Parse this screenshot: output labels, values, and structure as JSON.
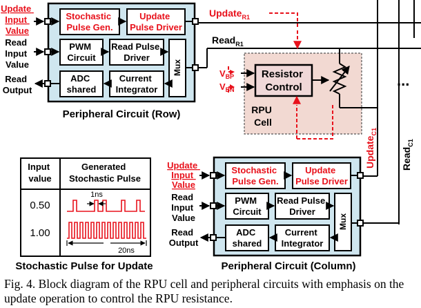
{
  "row": {
    "left_labels": {
      "update_input": [
        "Update",
        "Input",
        "Value"
      ],
      "read_input": [
        "Read",
        "Input",
        "Value"
      ],
      "read_output": [
        "Read",
        "Output"
      ]
    },
    "stochastic": [
      "Stochastic",
      "Pulse Gen."
    ],
    "update_driver": [
      "Update",
      "Pulse Driver"
    ],
    "pwm": [
      "PWM",
      "Circuit"
    ],
    "read_driver": [
      "Read Pulse",
      "Driver"
    ],
    "adc": [
      "ADC",
      "shared"
    ],
    "integrator": [
      "Current",
      "Integrator"
    ],
    "mux": "Mux",
    "title": "Peripheral Circuit (Row)"
  },
  "col": {
    "left_labels": {
      "update_input": [
        "Update",
        "Input",
        "Value"
      ],
      "read_input": [
        "Read",
        "Input",
        "Value"
      ],
      "read_output": [
        "Read",
        "Output"
      ]
    },
    "stochastic": [
      "Stochastic",
      "Pulse Gen."
    ],
    "update_driver": [
      "Update",
      "Pulse Driver"
    ],
    "pwm": [
      "PWM",
      "Circuit"
    ],
    "read_driver": [
      "Read Pulse",
      "Driver"
    ],
    "adc": [
      "ADC",
      "shared"
    ],
    "integrator": [
      "Current",
      "Integrator"
    ],
    "mux": "Mux",
    "title": "Peripheral Circuit (Column)"
  },
  "signals": {
    "update_r": "Update",
    "update_r_sub": "R1",
    "read_r": "Read",
    "read_r_sub": "R1",
    "update_c": "Update",
    "update_c_sub": "C1",
    "read_c": "Read",
    "read_c_sub": "C1"
  },
  "rpu": {
    "control": [
      "Resistor",
      "Control"
    ],
    "vbp": "V",
    "vbp_sub": "BP",
    "vbn": "V",
    "vbn_sub": "BN",
    "cell_label": [
      "RPU",
      "Cell"
    ],
    "ellipsis": "..."
  },
  "table": {
    "header_left": [
      "Input",
      "value"
    ],
    "header_right": [
      "Generated",
      "Stochastic Pulse"
    ],
    "rows": [
      {
        "value": "0.50"
      },
      {
        "value": "1.00"
      }
    ],
    "label_1ns": "1ns",
    "label_20ns": "20ns",
    "title": "Stochastic Pulse for Update"
  },
  "caption": "Fig. 4. Block diagram of the RPU cell and peripheral circuits with emphasis on the update operation to control the RPU resistance.",
  "colors": {
    "red": "#e8111b",
    "block_fill": "#cfe6ef",
    "rpu_fill": "#f2d9d2",
    "control_fill": "#f0d8d8",
    "ink": "#000000"
  }
}
